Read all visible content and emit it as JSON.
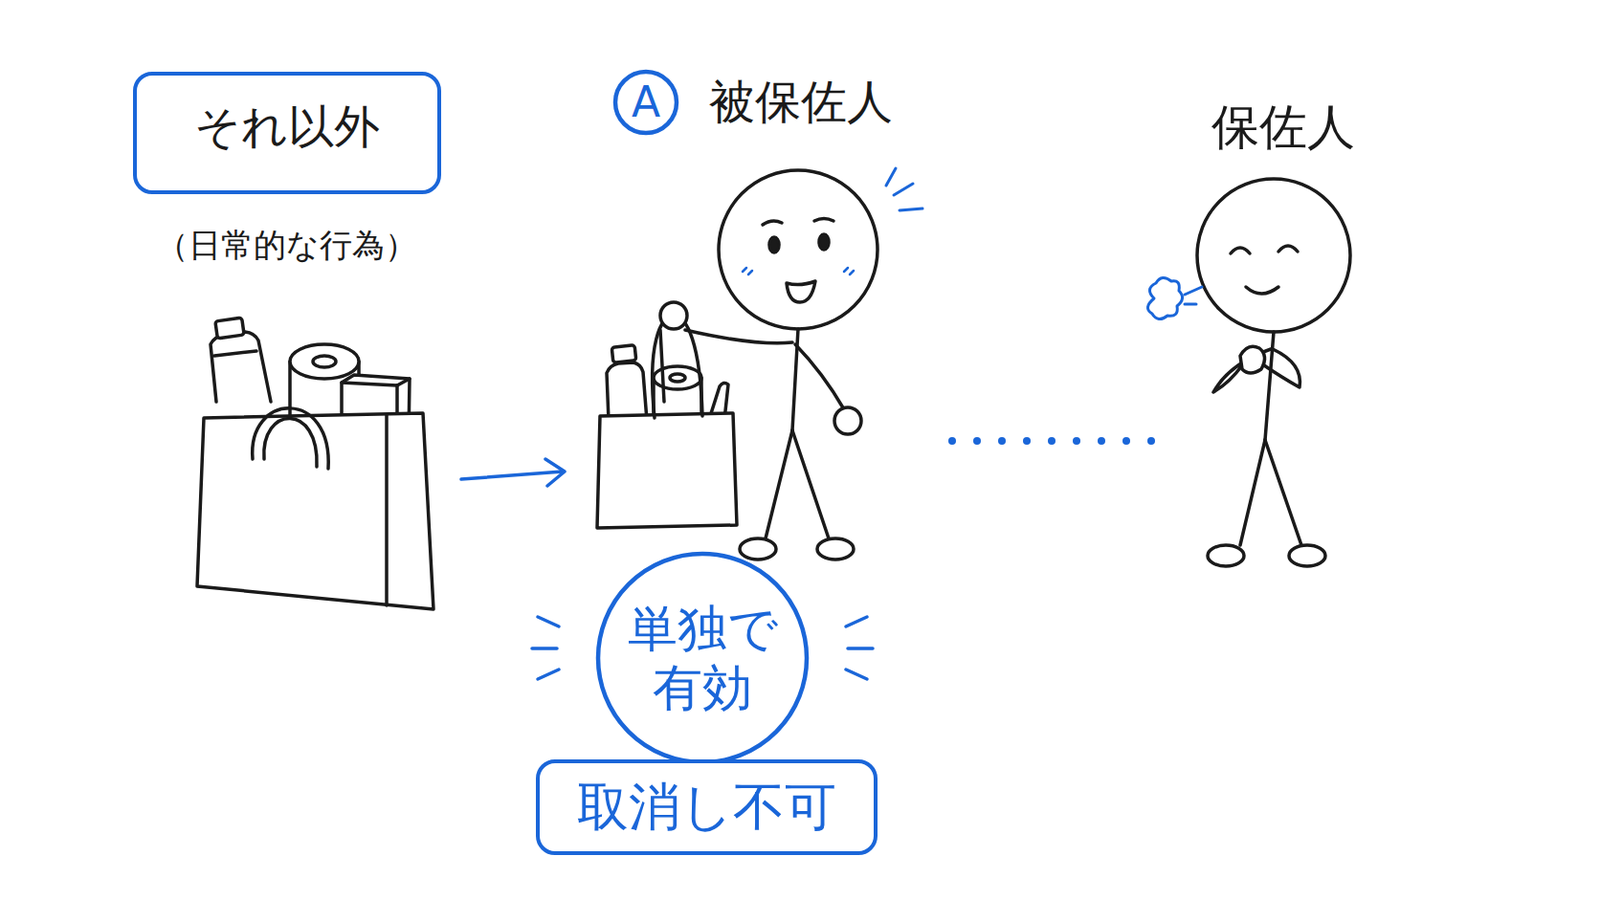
{
  "diagram": {
    "nodes": [
      {
        "text": [
          "それ以外"
        ]
      },
      {
        "text": [
          "A"
        ]
      },
      {
        "text": [
          "単独で有効"
        ]
      },
      {
        "text": [
          "取消し不可"
        ]
      }
    ],
    "labels": [
      "（日常的な行為）",
      "被保佐人",
      "保佐人"
    ]
  }
}
